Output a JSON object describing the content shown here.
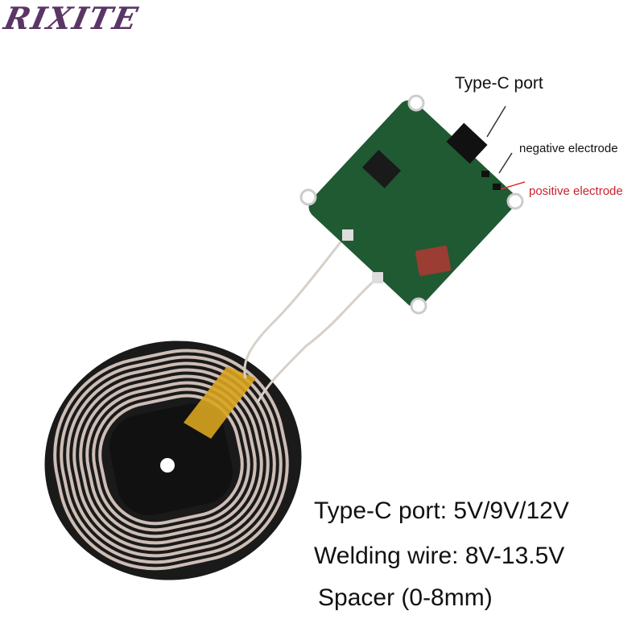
{
  "brand": {
    "logo_text": "RIXITE"
  },
  "callouts": {
    "type_c_port": "Type-C port",
    "negative_electrode": "negative electrode",
    "positive_electrode": "positive electrode"
  },
  "specs": {
    "type_c": "Type-C port: 5V/9V/12V",
    "welding_wire": "Welding wire: 8V-13.5V",
    "spacer": "Spacer (0-8mm)"
  },
  "colors": {
    "logo": "#5a3565",
    "positive_label": "#c8232c",
    "pcb": "#1f5a32",
    "coil_wire": "#c9b8b0",
    "tape": "#d9a520"
  }
}
